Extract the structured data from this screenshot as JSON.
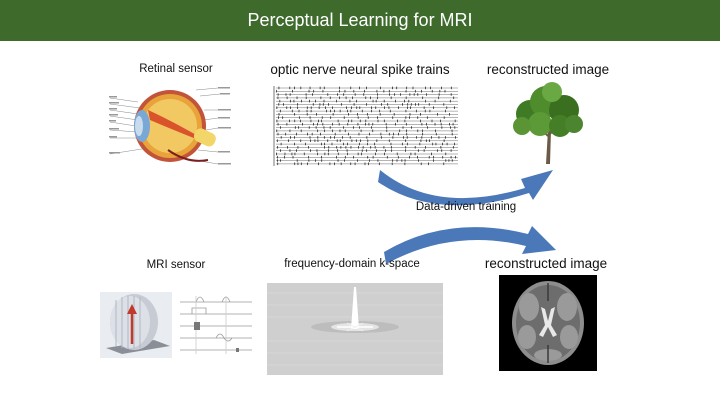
{
  "header": {
    "title": "Perceptual Learning for MRI"
  },
  "top_row": {
    "sensor_label": "Retinal sensor",
    "signal_label": "optic nerve neural spike trains",
    "output_label": "reconstructed image"
  },
  "middle": {
    "training_label": "Data-driven training"
  },
  "bottom_row": {
    "sensor_label": "MRI sensor",
    "signal_label": "frequency-domain k-space",
    "output_label": "reconstructed image"
  },
  "colors": {
    "header_bg": "#3e6b2c",
    "header_text": "#ffffff",
    "arrow": "#4a78b8"
  },
  "icons": [
    "eye-anatomy-diagram",
    "spike-train-raster",
    "tree-image",
    "mri-scanner-image",
    "pulse-sequence-diagram",
    "k-space-image",
    "brain-mri-image",
    "curved-arrow"
  ]
}
